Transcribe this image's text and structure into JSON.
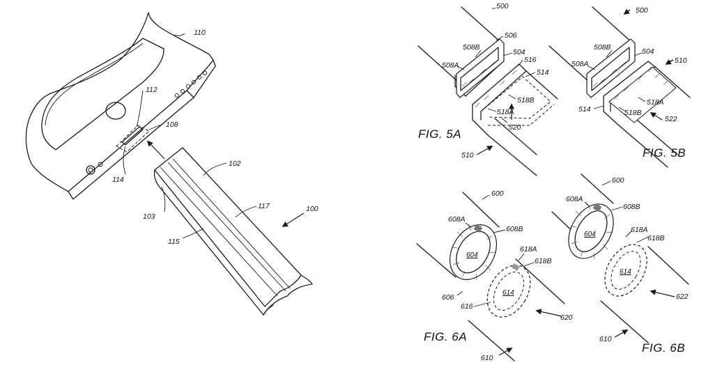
{
  "figure_4": {
    "labels": {
      "r110": "110",
      "r112": "112",
      "r108": "108",
      "r114": "114",
      "r102": "102",
      "r103": "103",
      "r117": "117",
      "r115": "115",
      "r100": "100"
    }
  },
  "figure_5a": {
    "caption": "FIG. 5A",
    "labels": {
      "r500": "500",
      "r506": "506",
      "r508B": "508B",
      "r504": "504",
      "r508A": "508A",
      "r516": "516",
      "r514": "514",
      "r518B": "518B",
      "r518A": "518A",
      "r520": "520",
      "r510": "510"
    }
  },
  "figure_5b": {
    "caption": "FIG. 5B",
    "labels": {
      "r500": "500",
      "r508B": "508B",
      "r504": "504",
      "r510": "510",
      "r508A": "508A",
      "r514": "514",
      "r518A": "518A",
      "r518B": "518B",
      "r522": "522"
    }
  },
  "figure_6a": {
    "caption": "FIG. 6A",
    "labels": {
      "r600": "600",
      "r608A": "608A",
      "r608B": "608B",
      "r604": "604",
      "r618A": "618A",
      "r618B": "618B",
      "r614": "614",
      "r606": "606",
      "r616": "616",
      "r620": "620",
      "r610": "610"
    }
  },
  "figure_6b": {
    "caption": "FIG. 6B",
    "labels": {
      "r600": "600",
      "r608A": "608A",
      "r608B": "608B",
      "r604": "604",
      "r618A": "618A",
      "r618B": "618B",
      "r614": "614",
      "r622": "622",
      "r610": "610"
    }
  }
}
